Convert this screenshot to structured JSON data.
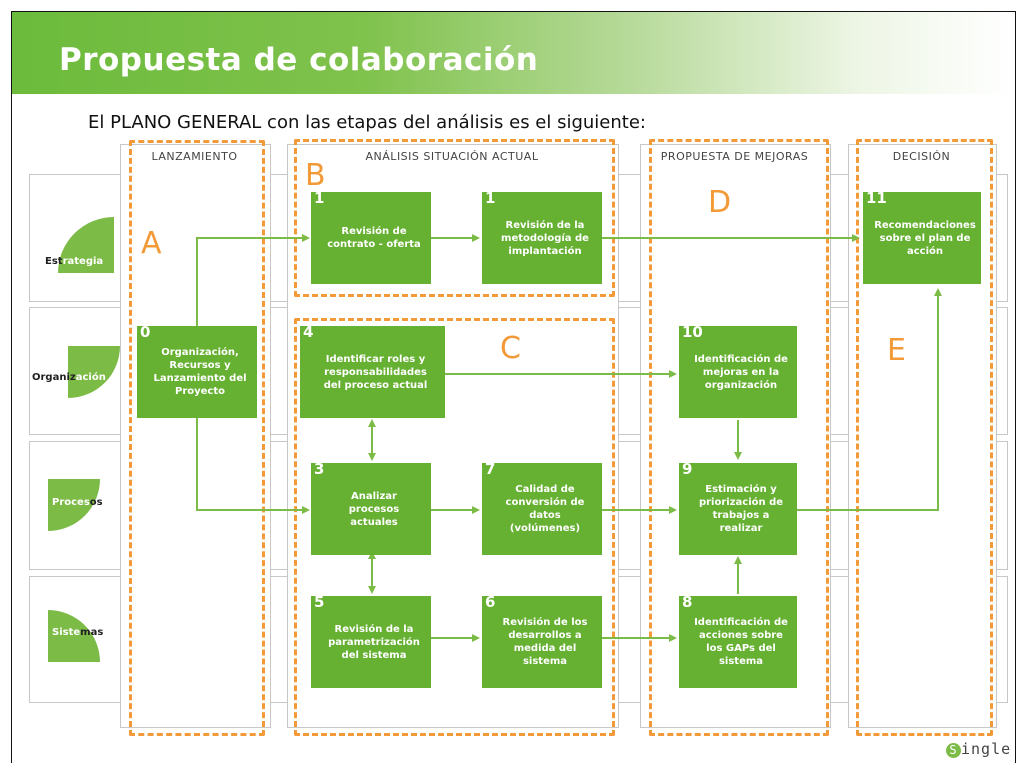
{
  "title": "Propuesta de colaboración",
  "subtitle": "El PLANO GENERAL con las etapas del análisis es el siguiente:",
  "columns": [
    {
      "label": "LANZAMIENTO"
    },
    {
      "label": "ANÁLISIS SITUACIÓN ACTUAL"
    },
    {
      "label": "PROPUESTA DE MEJORAS"
    },
    {
      "label": "DECISIÓN"
    }
  ],
  "rows": [
    {
      "dark": "Est",
      "light": "rategia"
    },
    {
      "dark": "Organiz",
      "light": "ación"
    },
    {
      "dark": "",
      "light": "Proces",
      "dark2": "os"
    },
    {
      "dark": "",
      "light": "Siste",
      "dark2": "mas"
    }
  ],
  "zones": [
    "A",
    "B",
    "C",
    "D",
    "E"
  ],
  "boxes": [
    {
      "num": "0",
      "text": "Organización, Recursos y Lanzamiento del Proyecto"
    },
    {
      "num": "1",
      "text": "Revisión de contrato - oferta"
    },
    {
      "num": "1",
      "text": "Revisión de la metodología de implantación"
    },
    {
      "num": "4",
      "text": "Identificar roles y responsabilidades del proceso actual"
    },
    {
      "num": "3",
      "text": "Analizar procesos actuales"
    },
    {
      "num": "7",
      "text": "Calidad de conversión de datos (volúmenes)"
    },
    {
      "num": "5",
      "text": "Revisión de la parametrización del sistema"
    },
    {
      "num": "6",
      "text": "Revisión de los desarrollos a medida del sistema"
    },
    {
      "num": "10",
      "text": "Identificación de mejoras en la organización"
    },
    {
      "num": "9",
      "text": "Estimación y priorización de trabajos a realizar"
    },
    {
      "num": "8",
      "text": "Identificación de acciones sobre los GAPs del sistema"
    },
    {
      "num": "11",
      "text": "Recomendaciones sobre el plan de acción"
    }
  ],
  "logo": {
    "initial": "S",
    "rest": "ingle"
  },
  "colors": {
    "green": "#66b032",
    "orange": "#f39a38"
  }
}
